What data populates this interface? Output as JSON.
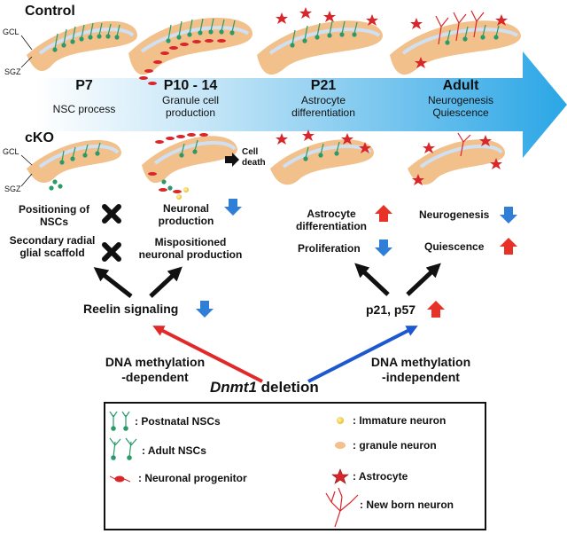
{
  "labels": {
    "control": "Control",
    "cko": "cKO",
    "gcl": "GCL",
    "sgz": "SGZ",
    "cell_death": "Cell\ndeath"
  },
  "timeline": [
    {
      "age": "P7",
      "desc": "NSC process"
    },
    {
      "age": "P10 - 14",
      "desc": "Granule cell\nproduction"
    },
    {
      "age": "P21",
      "desc": "Astrocyte\ndifferentiation"
    },
    {
      "age": "Adult",
      "desc": "Neurogenesis\nQuiescence"
    }
  ],
  "phenotypes": {
    "positioning": "Positioning of\nNSCs",
    "scaffold": "Secondary radial\nglial scaffold",
    "neuronal_production": "Neuronal\nproduction",
    "mispositioned": "Mispositioned\nneuronal production",
    "astro_diff": "Astrocyte\ndifferentiation",
    "proliferation": "Proliferation",
    "neurogenesis": "Neurogenesis",
    "quiescence": "Quiescence"
  },
  "mechanisms": {
    "reelin": "Reelin signaling",
    "p21": "p21, p57",
    "dep": "DNA methylation\n-dependent",
    "indep": "DNA methylation\n-independent",
    "deletion_gene": "Dnmt1",
    "deletion_word": " deletion"
  },
  "legend": {
    "postnatal": ": Postnatal NSCs",
    "adult": ": Adult NSCs",
    "progenitor": ": Neuronal progenitor",
    "immature": ": Immature neuron",
    "granule": ": granule neuron",
    "astrocyte": ": Astrocyte",
    "newborn": ": New born neuron"
  },
  "colors": {
    "gyrus": "#f2c08a",
    "sgz_band": "#cfe0f2",
    "nsc": "#2a9a6a",
    "red": "#d9262b",
    "blue_arrow": "#1c64c8",
    "timeline": "#2aa6e6"
  }
}
